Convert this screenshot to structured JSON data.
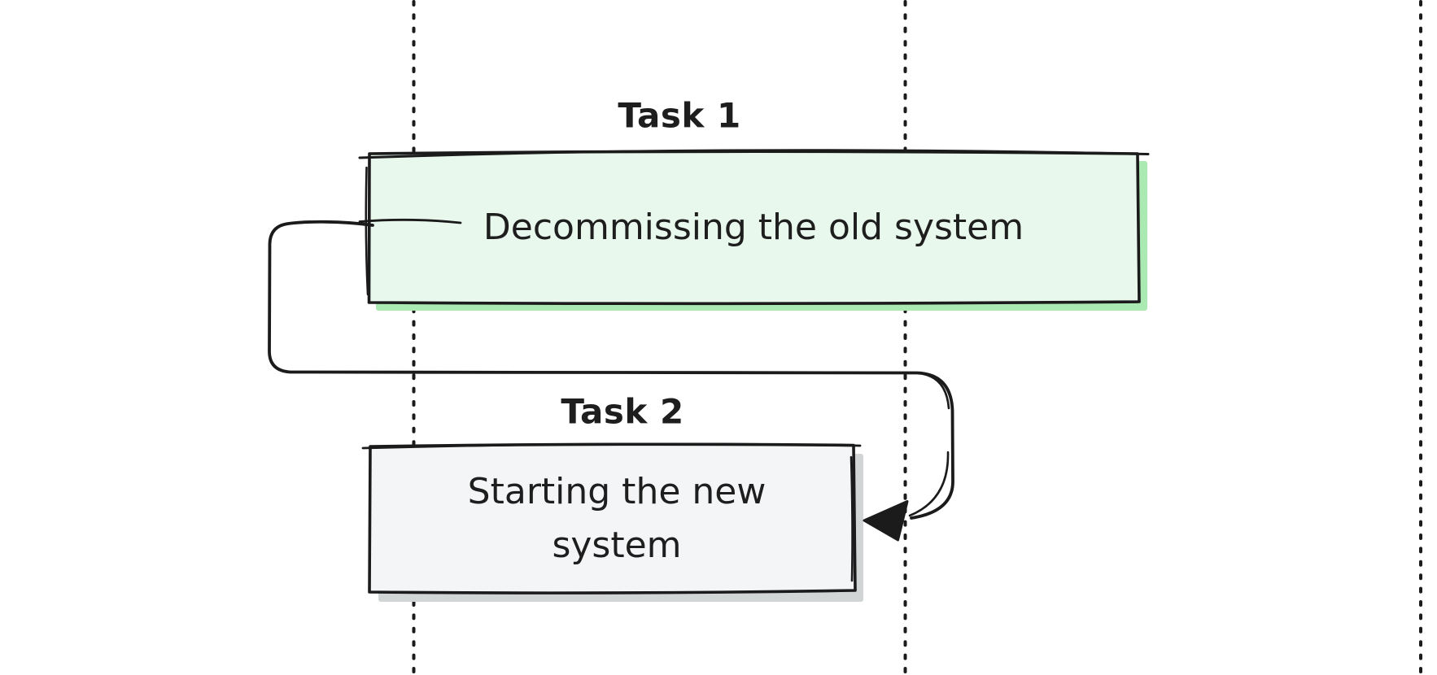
{
  "diagram": {
    "type": "task-dependency-diagram",
    "tasks": [
      {
        "label": "Task 1",
        "name": "Decommissing the old system"
      },
      {
        "label": "Task 2",
        "name": "Starting the new system"
      }
    ],
    "edges": [
      {
        "from": "Task 1",
        "to": "Task 2",
        "style": "curved-arrow"
      }
    ],
    "gridlines": {
      "style": "vertical-dotted",
      "count": 3
    }
  },
  "colors": {
    "background": "#ffffff",
    "stroke": "#1b1b1b",
    "text": "#1e1e1e",
    "task1_fill": "#e8f8ec",
    "task1_shadow": "#abe9b2",
    "task2_fill": "#f4f5f6",
    "task2_shadow": "#d2d5d6"
  }
}
